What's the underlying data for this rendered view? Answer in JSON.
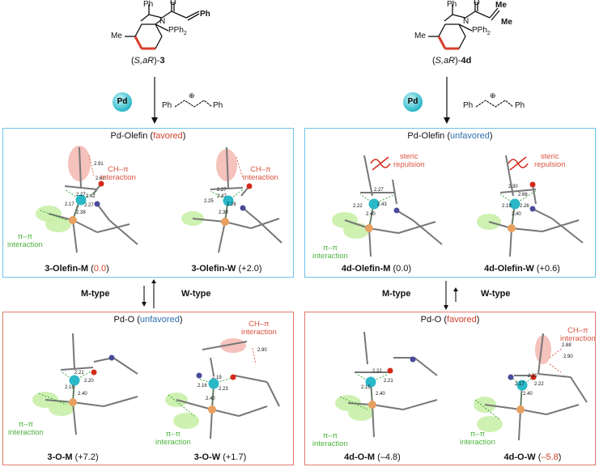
{
  "compounds": {
    "left": {
      "label_pre": "(",
      "label_it": "S,aR",
      "label_post": ")-",
      "label_num": "3",
      "me": "Me",
      "pph2": "PPh",
      "pph2_sub": "2",
      "n": "N",
      "o": "O",
      "ph_top": "Ph",
      "ph_end": "Ph"
    },
    "right": {
      "label_pre": "(",
      "label_it": "S,aR",
      "label_post": ")-",
      "label_num": "4d",
      "me": "Me",
      "pph2": "PPh",
      "pph2_sub": "2",
      "n": "N",
      "o": "O",
      "ph_top": "Ph",
      "me_a": "Me",
      "me_b": "Me"
    }
  },
  "reagent": {
    "pd": "Pd",
    "ph_left": "Ph",
    "ph_right": "Ph",
    "charge": "⊕"
  },
  "panels": {
    "tl": {
      "title_pre": "Pd-Olefin (",
      "title_hl": "favored",
      "title_post": ")"
    },
    "tr": {
      "title_pre": "Pd-Olefin (",
      "title_hl": "unfavored",
      "title_post": ")"
    },
    "bl": {
      "title_pre": "Pd-O (",
      "title_hl": "unfavored",
      "title_post": ")"
    },
    "br": {
      "title_pre": "Pd-O (",
      "title_hl": "favored",
      "title_post": ")"
    }
  },
  "structures": {
    "s1": {
      "name": "3-Olefin-M",
      "energy_open": " (",
      "energy": "0.0",
      "energy_close": ")"
    },
    "s2": {
      "name": "3-Olefin-W",
      "energy": " (+2.0)"
    },
    "s3": {
      "name": "4d-Olefin-M",
      "energy": " (0.0)"
    },
    "s4": {
      "name": "4d-Olefin-W",
      "energy": " (+0.6)"
    },
    "s5": {
      "name": "3-O-M",
      "energy": " (+7.2)"
    },
    "s6": {
      "name": "3-O-W",
      "energy": " (+1.7)"
    },
    "s7": {
      "name": "4d-O-M",
      "energy": " (–4.8)"
    },
    "s8": {
      "name": "4d-O-W",
      "energy_open": " (",
      "energy": "–5.8",
      "energy_close": ")"
    }
  },
  "interactions": {
    "ch_pi_a": "CH–π",
    "ch_pi_b": "interaction",
    "pi_pi_a": "π–π",
    "pi_pi_b": "interaction",
    "steric_a": "steric",
    "steric_b": "repulsion"
  },
  "distances": {
    "s1": [
      "2.91",
      "2.62",
      "2.27",
      "2.42",
      "2.17",
      "2.27",
      "2.38"
    ],
    "s2": [
      "2.27",
      "2.47",
      "2.25",
      "2.26",
      "2.39"
    ],
    "s3": [
      "2.27",
      "2.22",
      "2.43",
      "2.40"
    ],
    "s4": [
      "2.30",
      "2.66",
      "2.19",
      "2.26",
      "2.40"
    ],
    "s5": [
      "2.21",
      "2.20",
      "2.16",
      "2.40"
    ],
    "s6": [
      "2.90",
      "2.19",
      "2.16",
      "2.23",
      "2.40"
    ],
    "s7": [
      "2.22",
      "2.21",
      "2.15",
      "2.40"
    ],
    "s8": [
      "2.88",
      "2.90",
      "2.20",
      "2.17",
      "2.22",
      "2.40"
    ]
  },
  "types": {
    "m": "M-type",
    "w": "W-type"
  }
}
